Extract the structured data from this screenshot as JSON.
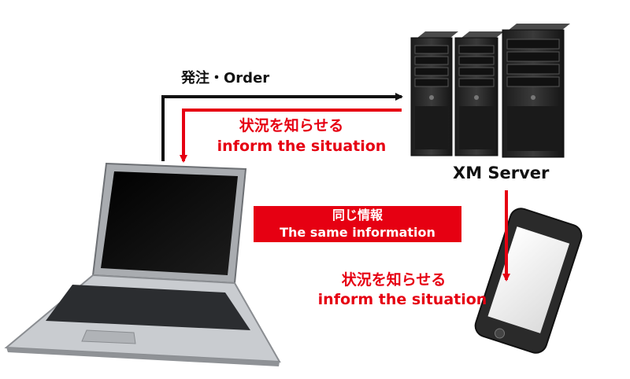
{
  "colors": {
    "accent": "#e60012",
    "ink": "#111111",
    "device_dark": "#2a2a2a",
    "device_body": "#bfc2c6"
  },
  "icons": [
    "laptop-icon",
    "server-rack-icon",
    "smartphone-icon"
  ],
  "labels": {
    "order": "発注・Order",
    "inform_top_jp": "状況を知らせる",
    "inform_top_en": "inform the situation",
    "server_name": "XM Server",
    "same_info_jp": "同じ情報",
    "same_info_en": "The same information",
    "inform_bottom_jp": "状況を知らせる",
    "inform_bottom_en": "inform the situation"
  }
}
